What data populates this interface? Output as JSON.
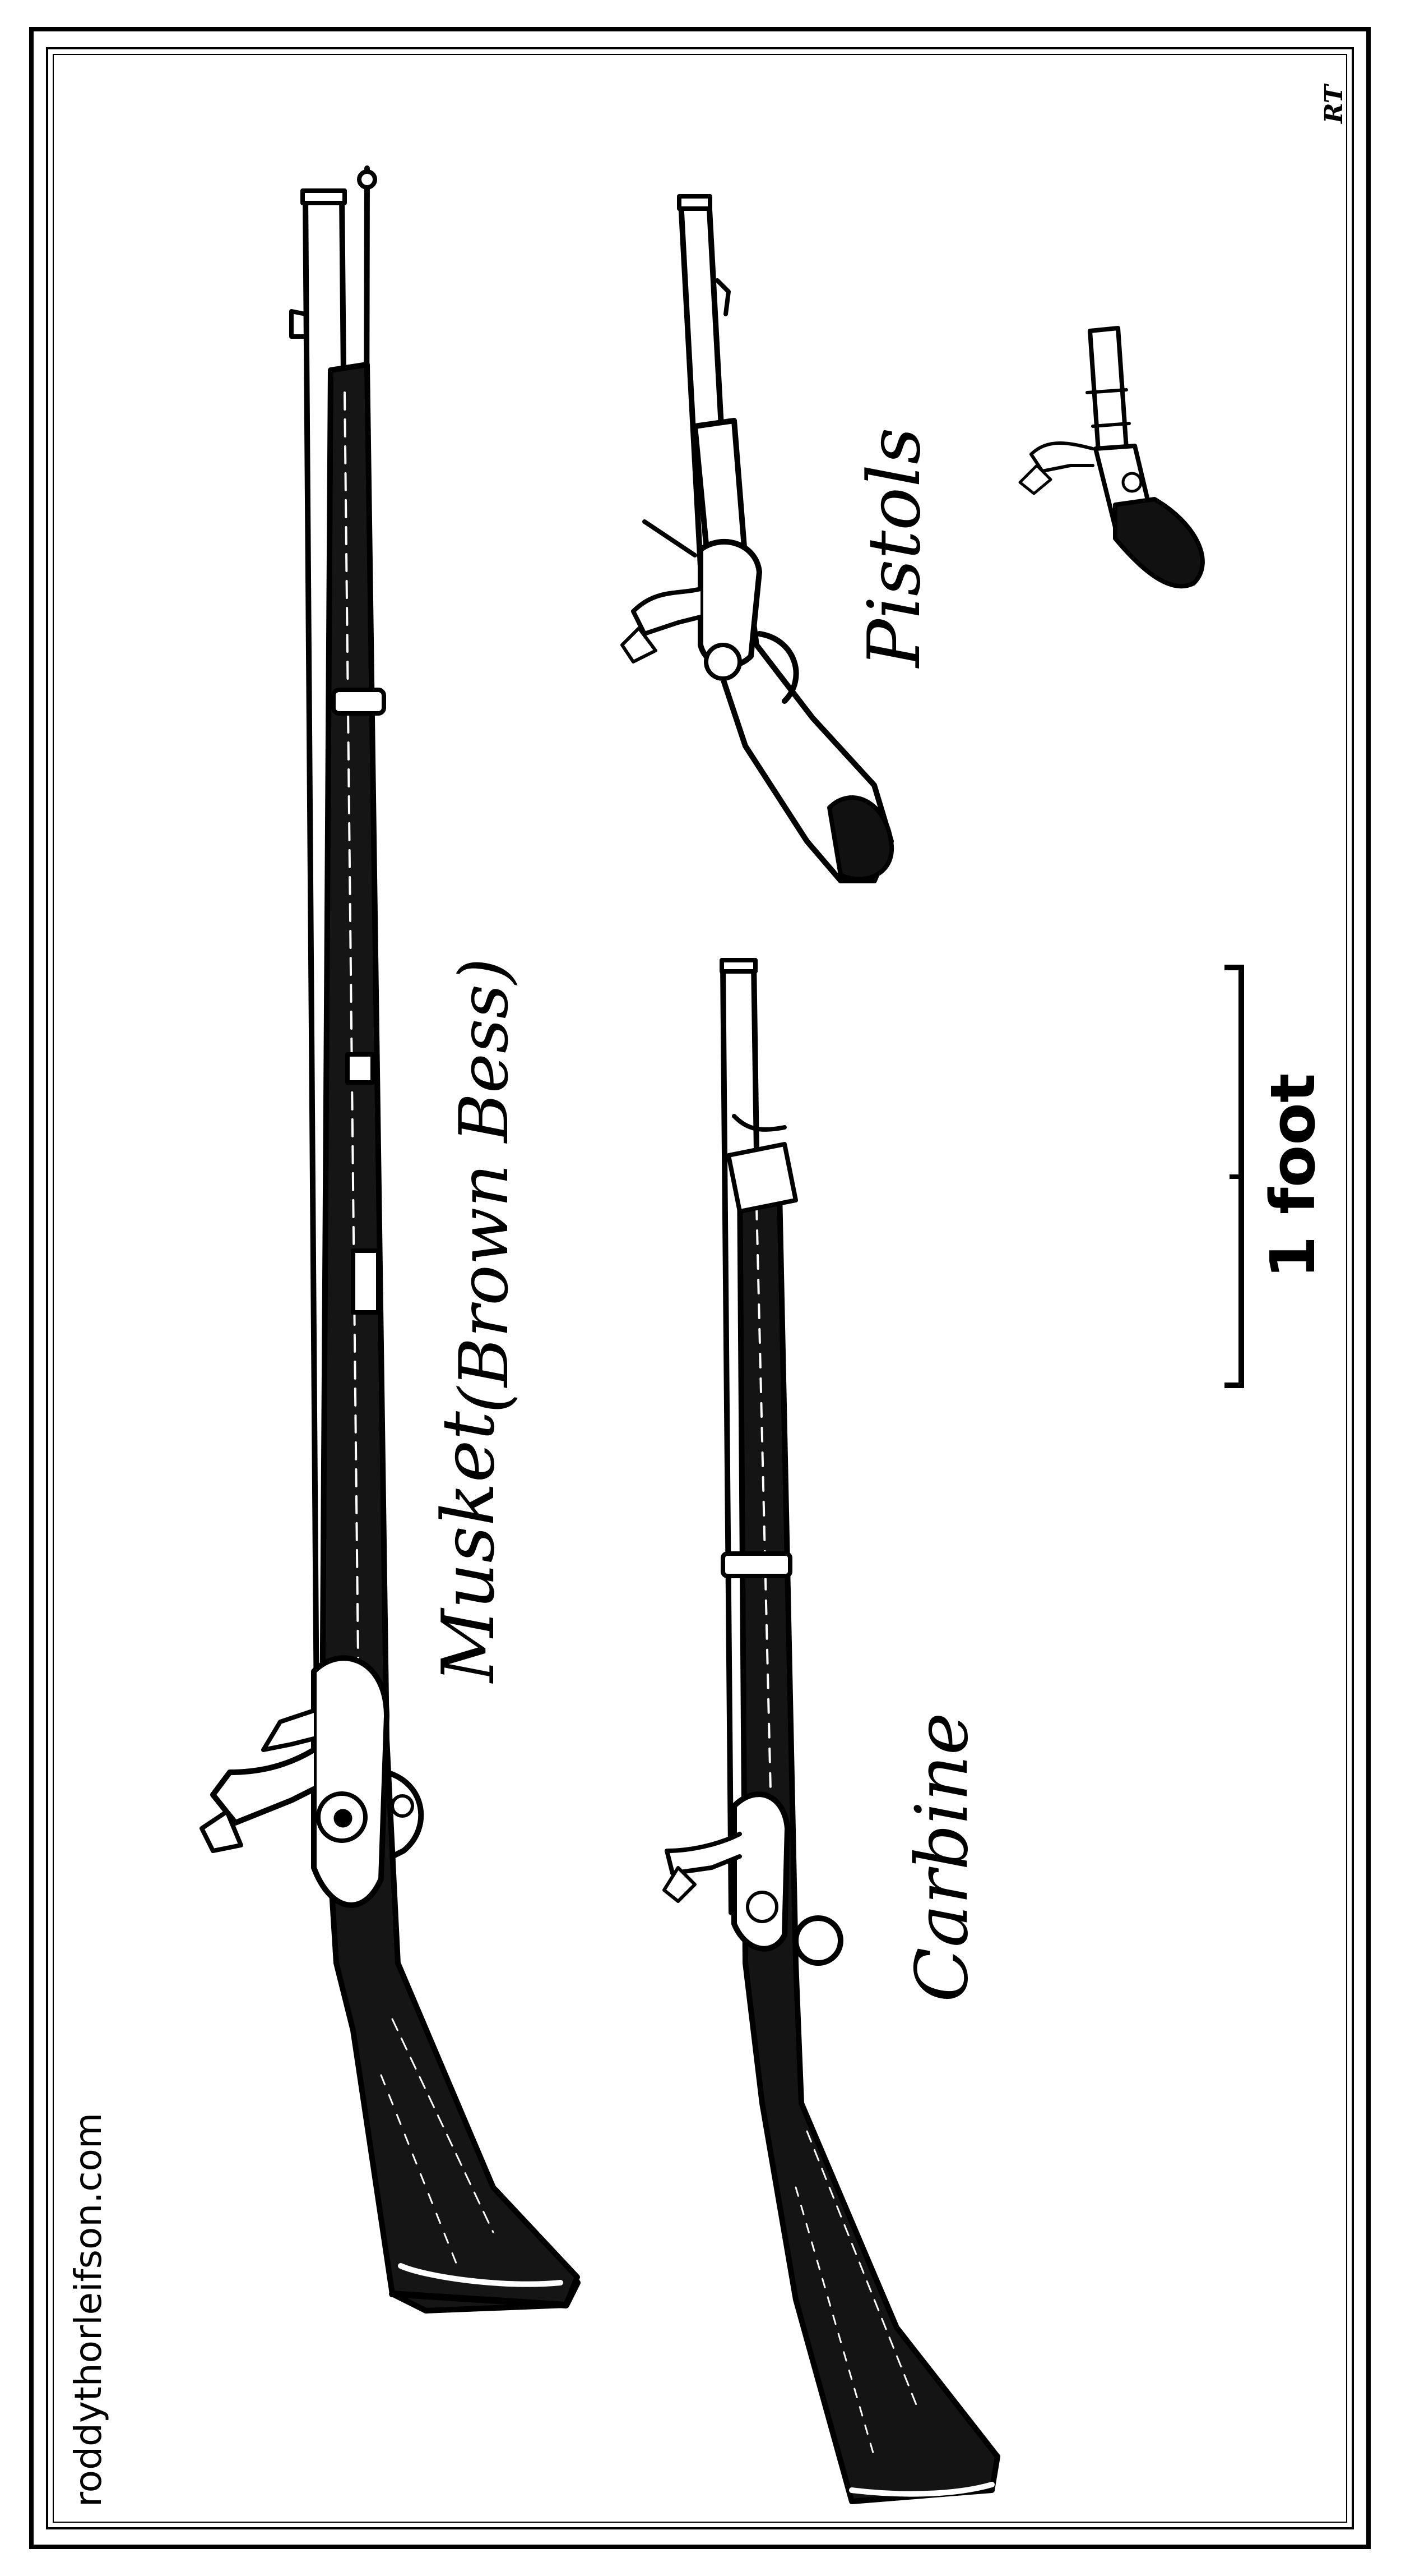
{
  "labels": {
    "musket": "Musket",
    "musket_nickname": "(Brown Bess)",
    "carbine": "Carbine",
    "pistols": "Pistols",
    "scale": "1 foot",
    "credit": "roddythorleifson.com",
    "monogram": "RT"
  },
  "colors": {
    "ink": "#000000",
    "paper": "#ffffff"
  },
  "figures": [
    "musket",
    "carbine",
    "pistol-large",
    "pistol-small",
    "scale-bar"
  ]
}
